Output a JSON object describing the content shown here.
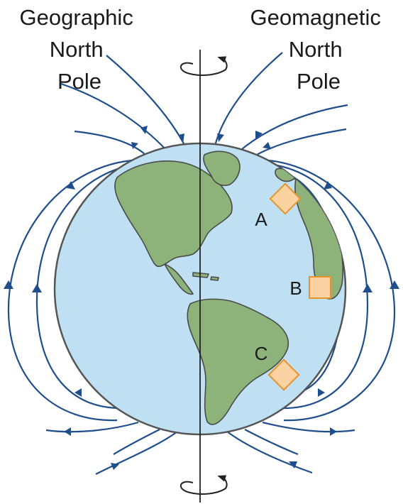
{
  "labels": {
    "geographic_north_pole": [
      "Geographic",
      "North",
      "Pole"
    ],
    "geomagnetic_north_pole": [
      "Geomagnetic",
      "North",
      "Pole"
    ]
  },
  "points": [
    {
      "id": "A",
      "label": "A"
    },
    {
      "id": "B",
      "label": "B"
    },
    {
      "id": "C",
      "label": "C"
    }
  ],
  "colors": {
    "field_line": "#1f4e8c",
    "ocean": "#bfe0f2",
    "land": "#8db37a",
    "land_outline": "#4a4a4a",
    "globe_outline": "#555555",
    "marker_fill": "#fbd3a3",
    "marker_stroke": "#e8942e",
    "axis": "#222222"
  }
}
